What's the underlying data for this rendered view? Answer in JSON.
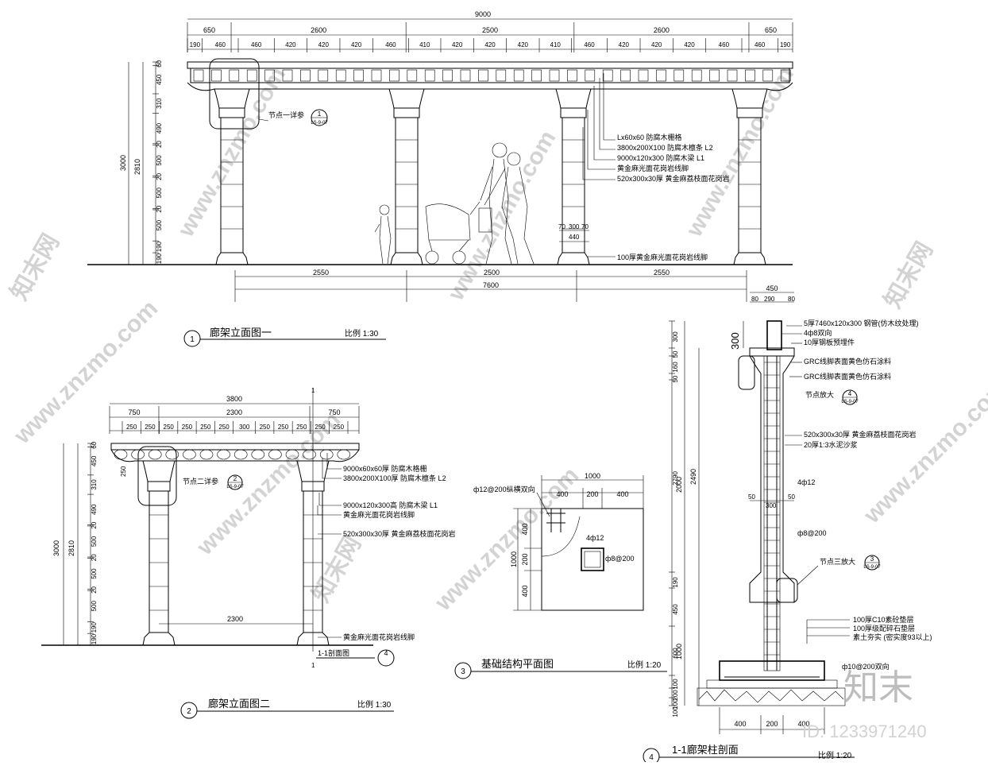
{
  "drawing": {
    "elevation1": {
      "number": "1",
      "title": "廊架立面图一",
      "scale": "比例 1:30",
      "top_dims": {
        "overall": "9000",
        "group": [
          "650",
          "2600",
          "2500",
          "2600",
          "650"
        ],
        "detail": [
          "190",
          "460",
          "460",
          "420",
          "420",
          "420",
          "460",
          "410",
          "420",
          "420",
          "420",
          "410",
          "460",
          "420",
          "420",
          "420",
          "460",
          "460",
          "190"
        ]
      },
      "bottom_dims": {
        "spans": [
          "2550",
          "2500",
          "2550"
        ],
        "overall": "7600"
      },
      "left_dims": {
        "total": "3000",
        "sub": "2810",
        "pieces": [
          "60",
          "450",
          "310",
          "490",
          "20",
          "500",
          "20",
          "500",
          "20",
          "500",
          "190",
          "190"
        ]
      },
      "callouts": [
        "Lx60x60 防腐木栅格",
        "3800x200X100 防腐木檩条 L2",
        "9000x120x300 防腐木梁 L1",
        "黄金麻光面花岗岩线脚",
        "520x300x30厚 黄金麻荔枝面花岗岩",
        "100厚黄金麻光面花岗岩线脚"
      ],
      "base_dims": [
        "70",
        "300",
        "70",
        "440"
      ],
      "node_label": "节点一详参",
      "node_mark": {
        "num": "1",
        "ref": "LS-9-07"
      }
    },
    "elevation2": {
      "number": "2",
      "title": "廊架立面图二",
      "scale": "比例 1:30",
      "top_dims": {
        "overall": "3800",
        "group": [
          "750",
          "2300",
          "750"
        ],
        "detail": [
          "250",
          "250",
          "250",
          "250",
          "250",
          "250",
          "300",
          "250",
          "250",
          "250",
          "250",
          "250"
        ]
      },
      "left_dims": {
        "total": "3000",
        "sub": "2810",
        "pieces": [
          "60",
          "450",
          "310",
          "490",
          "20",
          "500",
          "20",
          "500",
          "20",
          "500",
          "190",
          "190"
        ]
      },
      "inner_dim": "2300",
      "callouts": [
        "9000x60x60厚 防腐木格栅",
        "3800x200X100厚 防腐木檩条 L2",
        "9000x120x300高 防腐木梁 L1",
        "黄金麻光面花岗岩线脚",
        "520x300x30厚 黄金麻荔枝面花岗岩",
        "黄金麻光面花岗岩线脚"
      ],
      "side_dim": "250",
      "node_label": "节点二详参",
      "node_mark": {
        "num": "2",
        "ref": "LS-9-07"
      },
      "section_mark": {
        "label": "1-1剖面图",
        "num": "4",
        "cut": "1"
      }
    },
    "foundation": {
      "number": "3",
      "title": "基础结构平面图",
      "scale": "比例 1:20",
      "top_dims": {
        "overall": "1000",
        "parts": [
          "400",
          "200",
          "400"
        ]
      },
      "left_dims": {
        "overall": "1000",
        "parts": [
          "400",
          "200",
          "400"
        ]
      },
      "rebar_note": "ф12@200纵横双向",
      "col_rebar": "4ф12",
      "col_stirrup": "ф8@200"
    },
    "section": {
      "number": "4",
      "title": "1-1廊架柱剖面",
      "scale": "比例 1:20",
      "top_dims": {
        "overall": "450",
        "parts": [
          "80",
          "290",
          "80"
        ]
      },
      "dim_300": "300",
      "left_dims": {
        "col_a": [
          "300",
          "50",
          "160",
          "50",
          "2790",
          "190",
          "450",
          "600",
          "100",
          "200",
          "100",
          "100"
        ],
        "col_b": [
          "2000",
          "1000"
        ],
        "col_c": [
          "2490"
        ]
      },
      "inner_dims": [
        "50",
        "300",
        "50"
      ],
      "bottom_dims": [
        "400",
        "200",
        "400"
      ],
      "callouts": [
        "5厚7460x120x300 钢管(仿木纹处理)",
        "4ф8双向",
        "10厚钢板预埋件",
        "GRC线脚表面黄色仿石涂料",
        "GRC线脚表面黄色仿石涂料",
        "520x300x30厚 黄金麻荔枝面花岗岩",
        "20厚1:3水泥沙浆",
        "4ф12",
        "ф8@200",
        "100厚C10素砼垫层",
        "100厚级配碎石垫层",
        "素土夯实 (密实度93以上)",
        "ф10@200双向"
      ],
      "node_label_4": "节点放大",
      "node_mark_4": {
        "num": "4",
        "ref": "LS-9-07"
      },
      "node_label_3": "节点三放大",
      "node_mark_3": {
        "num": "3",
        "ref": "LS-9-07"
      }
    }
  },
  "watermark": {
    "site": "www.znzmo.com",
    "brand": "知末网",
    "logo": "知末",
    "id": "ID: 1233971240"
  }
}
